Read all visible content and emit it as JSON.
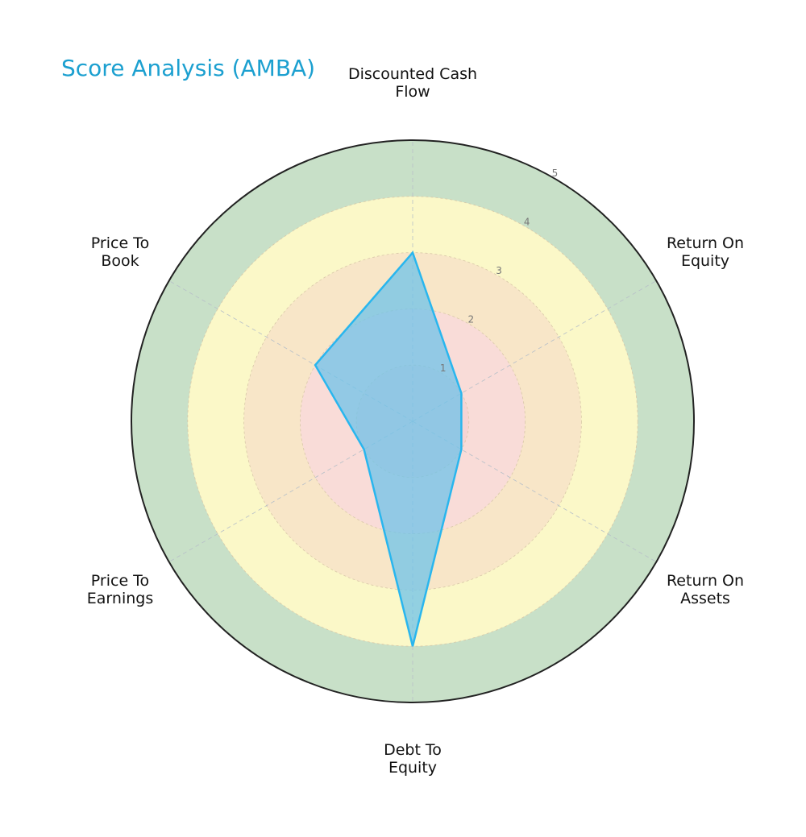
{
  "title": "Score Analysis (AMBA)",
  "colors": {
    "title": "#1ca0d0",
    "band_5": "#c8e0c8",
    "band_4": "#fbf8c8",
    "band_3": "#f8e6c8",
    "band_2": "#f9dcd8",
    "band_1": "#f6d4d4",
    "fill": "#6fc3ea",
    "stroke": "#29b6ee",
    "outline": "#222222"
  },
  "axes": [
    {
      "label": "Discounted Cash\nFlow"
    },
    {
      "label": "Return On\nEquity"
    },
    {
      "label": "Return On\nAssets"
    },
    {
      "label": "Debt To\nEquity"
    },
    {
      "label": "Price To\nEarnings"
    },
    {
      "label": "Price To\nBook"
    }
  ],
  "ticks": [
    "1",
    "2",
    "3",
    "4",
    "5"
  ],
  "chart_data": {
    "type": "radar",
    "title": "Score Analysis (AMBA)",
    "categories": [
      "Discounted Cash Flow",
      "Return On Equity",
      "Return On Assets",
      "Debt To Equity",
      "Price To Earnings",
      "Price To Book"
    ],
    "series": [
      {
        "name": "AMBA",
        "values": [
          3,
          1,
          1,
          4,
          1,
          2
        ]
      }
    ],
    "rlim": [
      0,
      5
    ],
    "rticks": [
      1,
      2,
      3,
      4,
      5
    ],
    "bands": [
      {
        "range": [
          0,
          1
        ],
        "color": "#f6d4d4"
      },
      {
        "range": [
          1,
          2
        ],
        "color": "#f9dcd8"
      },
      {
        "range": [
          2,
          3
        ],
        "color": "#f8e6c8"
      },
      {
        "range": [
          3,
          4
        ],
        "color": "#fbf8c8"
      },
      {
        "range": [
          4,
          5
        ],
        "color": "#c8e0c8"
      }
    ],
    "grid": true
  }
}
